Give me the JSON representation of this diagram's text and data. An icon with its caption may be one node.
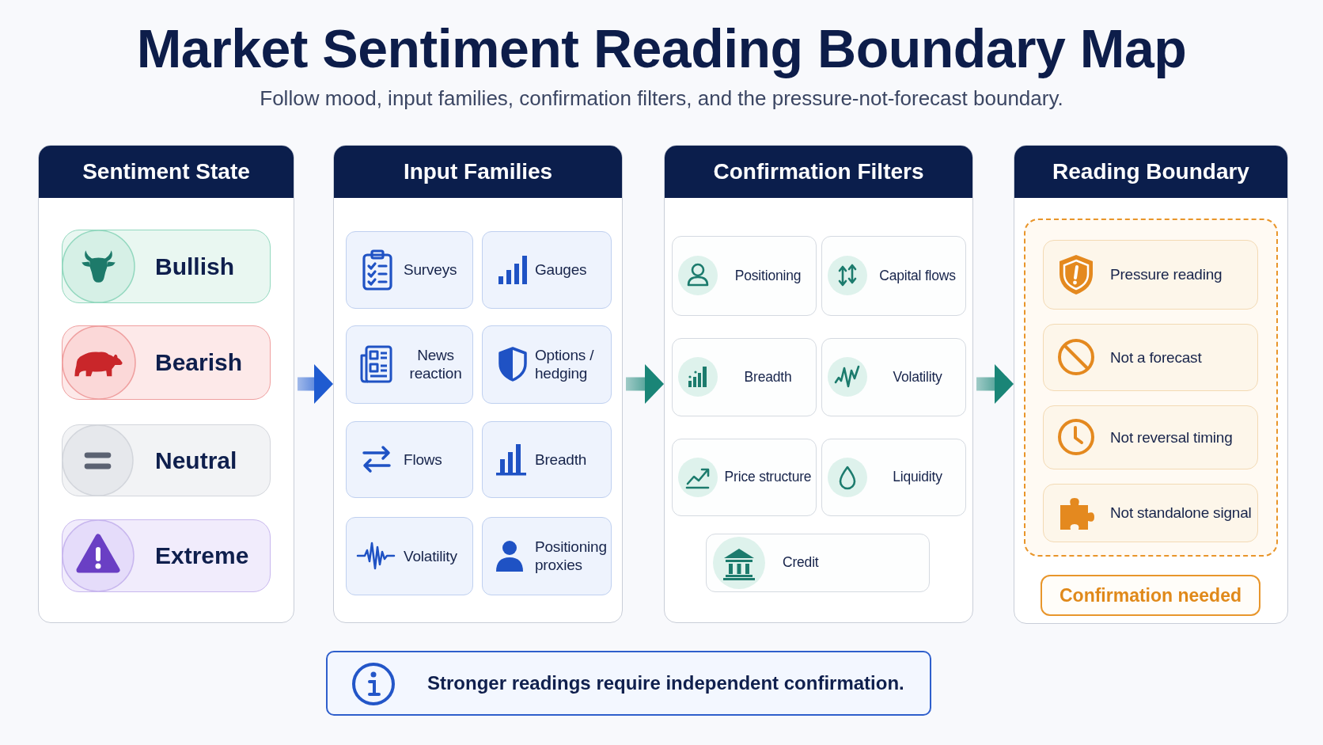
{
  "diagram": {
    "title": "Market Sentiment Reading Boundary Map",
    "nodes": [
      {
        "text": [
          "Sentiment State"
        ]
      },
      {
        "text": [
          "Bullish"
        ],
        "in": 0
      },
      {
        "text": [
          "Bearish"
        ],
        "in": 0
      },
      {
        "text": [
          "Neutral"
        ],
        "in": 0
      },
      {
        "text": [
          "Extreme"
        ],
        "in": 0
      },
      {
        "text": [
          "Input Families"
        ]
      },
      {
        "text": [
          "Surveys"
        ],
        "in": 5
      },
      {
        "text": [
          "Gauges"
        ],
        "in": 5
      },
      {
        "text": [
          "News reaction"
        ],
        "in": 5
      },
      {
        "text": [
          "Options / hedging"
        ],
        "in": 5
      },
      {
        "text": [
          "Flows"
        ],
        "in": 5
      },
      {
        "text": [
          "Breadth"
        ],
        "in": 5
      },
      {
        "text": [
          "Volatility"
        ],
        "in": 5
      },
      {
        "text": [
          "Positioning proxies"
        ],
        "in": 5
      },
      {
        "text": [
          "Confirmation Filters"
        ]
      },
      {
        "text": [
          "Positioning"
        ],
        "in": 14
      },
      {
        "text": [
          "Capital flows"
        ],
        "in": 14
      },
      {
        "text": [
          "Breadth"
        ],
        "in": 14
      },
      {
        "text": [
          "Volatility"
        ],
        "in": 14
      },
      {
        "text": [
          "Price structure"
        ],
        "in": 14
      },
      {
        "text": [
          "Liquidity"
        ],
        "in": 14
      },
      {
        "text": [
          "Credit"
        ],
        "in": 14
      },
      {
        "text": [
          "Reading Boundary"
        ]
      },
      {
        "text": [
          "Pressure reading"
        ],
        "in": 22
      },
      {
        "text": [
          "Not a forecast"
        ],
        "in": 22
      },
      {
        "text": [
          "Not reversal timing"
        ],
        "in": 22
      },
      {
        "text": [
          "Not standalone signal"
        ],
        "in": 22
      },
      {
        "text": [
          "Confirmation needed"
        ],
        "in": 22
      },
      {
        "text": [
          "Stronger readings require independent confirmation."
        ]
      }
    ],
    "edges": [
      {
        "from": 0,
        "to": 5,
        "arrow": "to",
        "color": "#1f5bd0"
      },
      {
        "from": 5,
        "to": 14,
        "arrow": "to"
      },
      {
        "from": 14,
        "to": 22,
        "arrow": "to"
      }
    ],
    "labels": [
      "Follow mood, input families, confirmation filters, and the pressure-not-forecast boundary."
    ]
  }
}
